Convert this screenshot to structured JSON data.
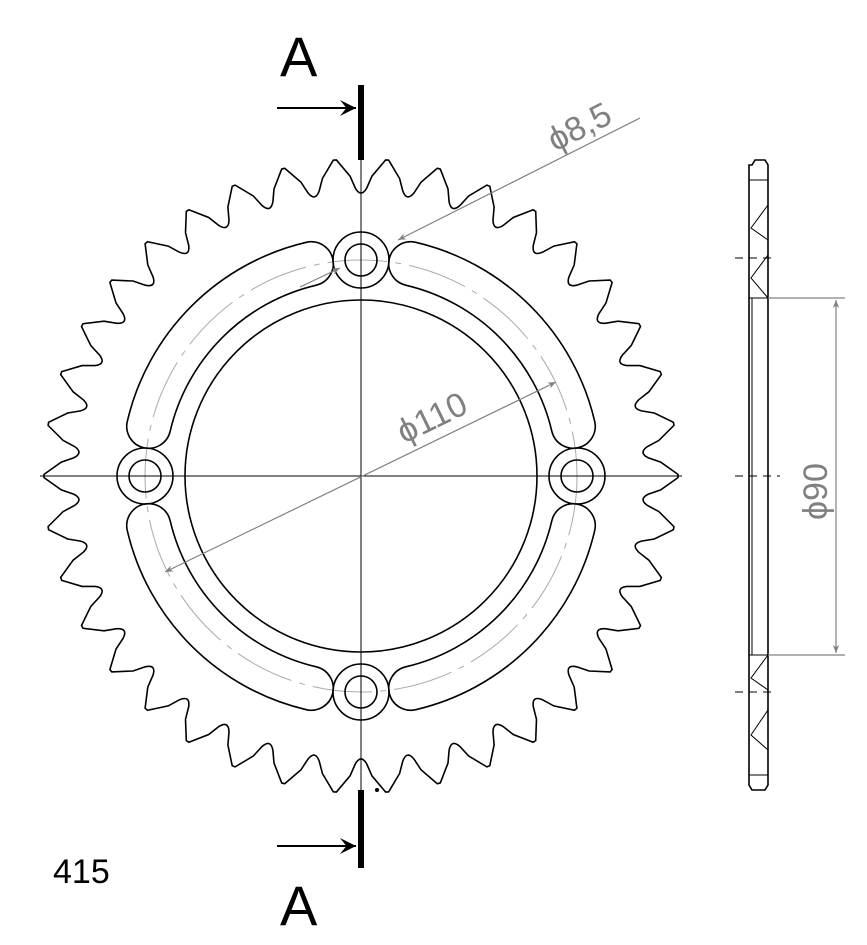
{
  "drawing": {
    "section_label_top": "A",
    "section_label_bottom": "A",
    "part_number": "415",
    "dim_hole": "ϕ8,5",
    "dim_bolt_circle": "ϕ110",
    "dim_center_bore": "ϕ90",
    "teeth": 38,
    "bolt_holes": 4,
    "slots": 4,
    "line_color": "#000000",
    "dimension_color": "#808080"
  }
}
